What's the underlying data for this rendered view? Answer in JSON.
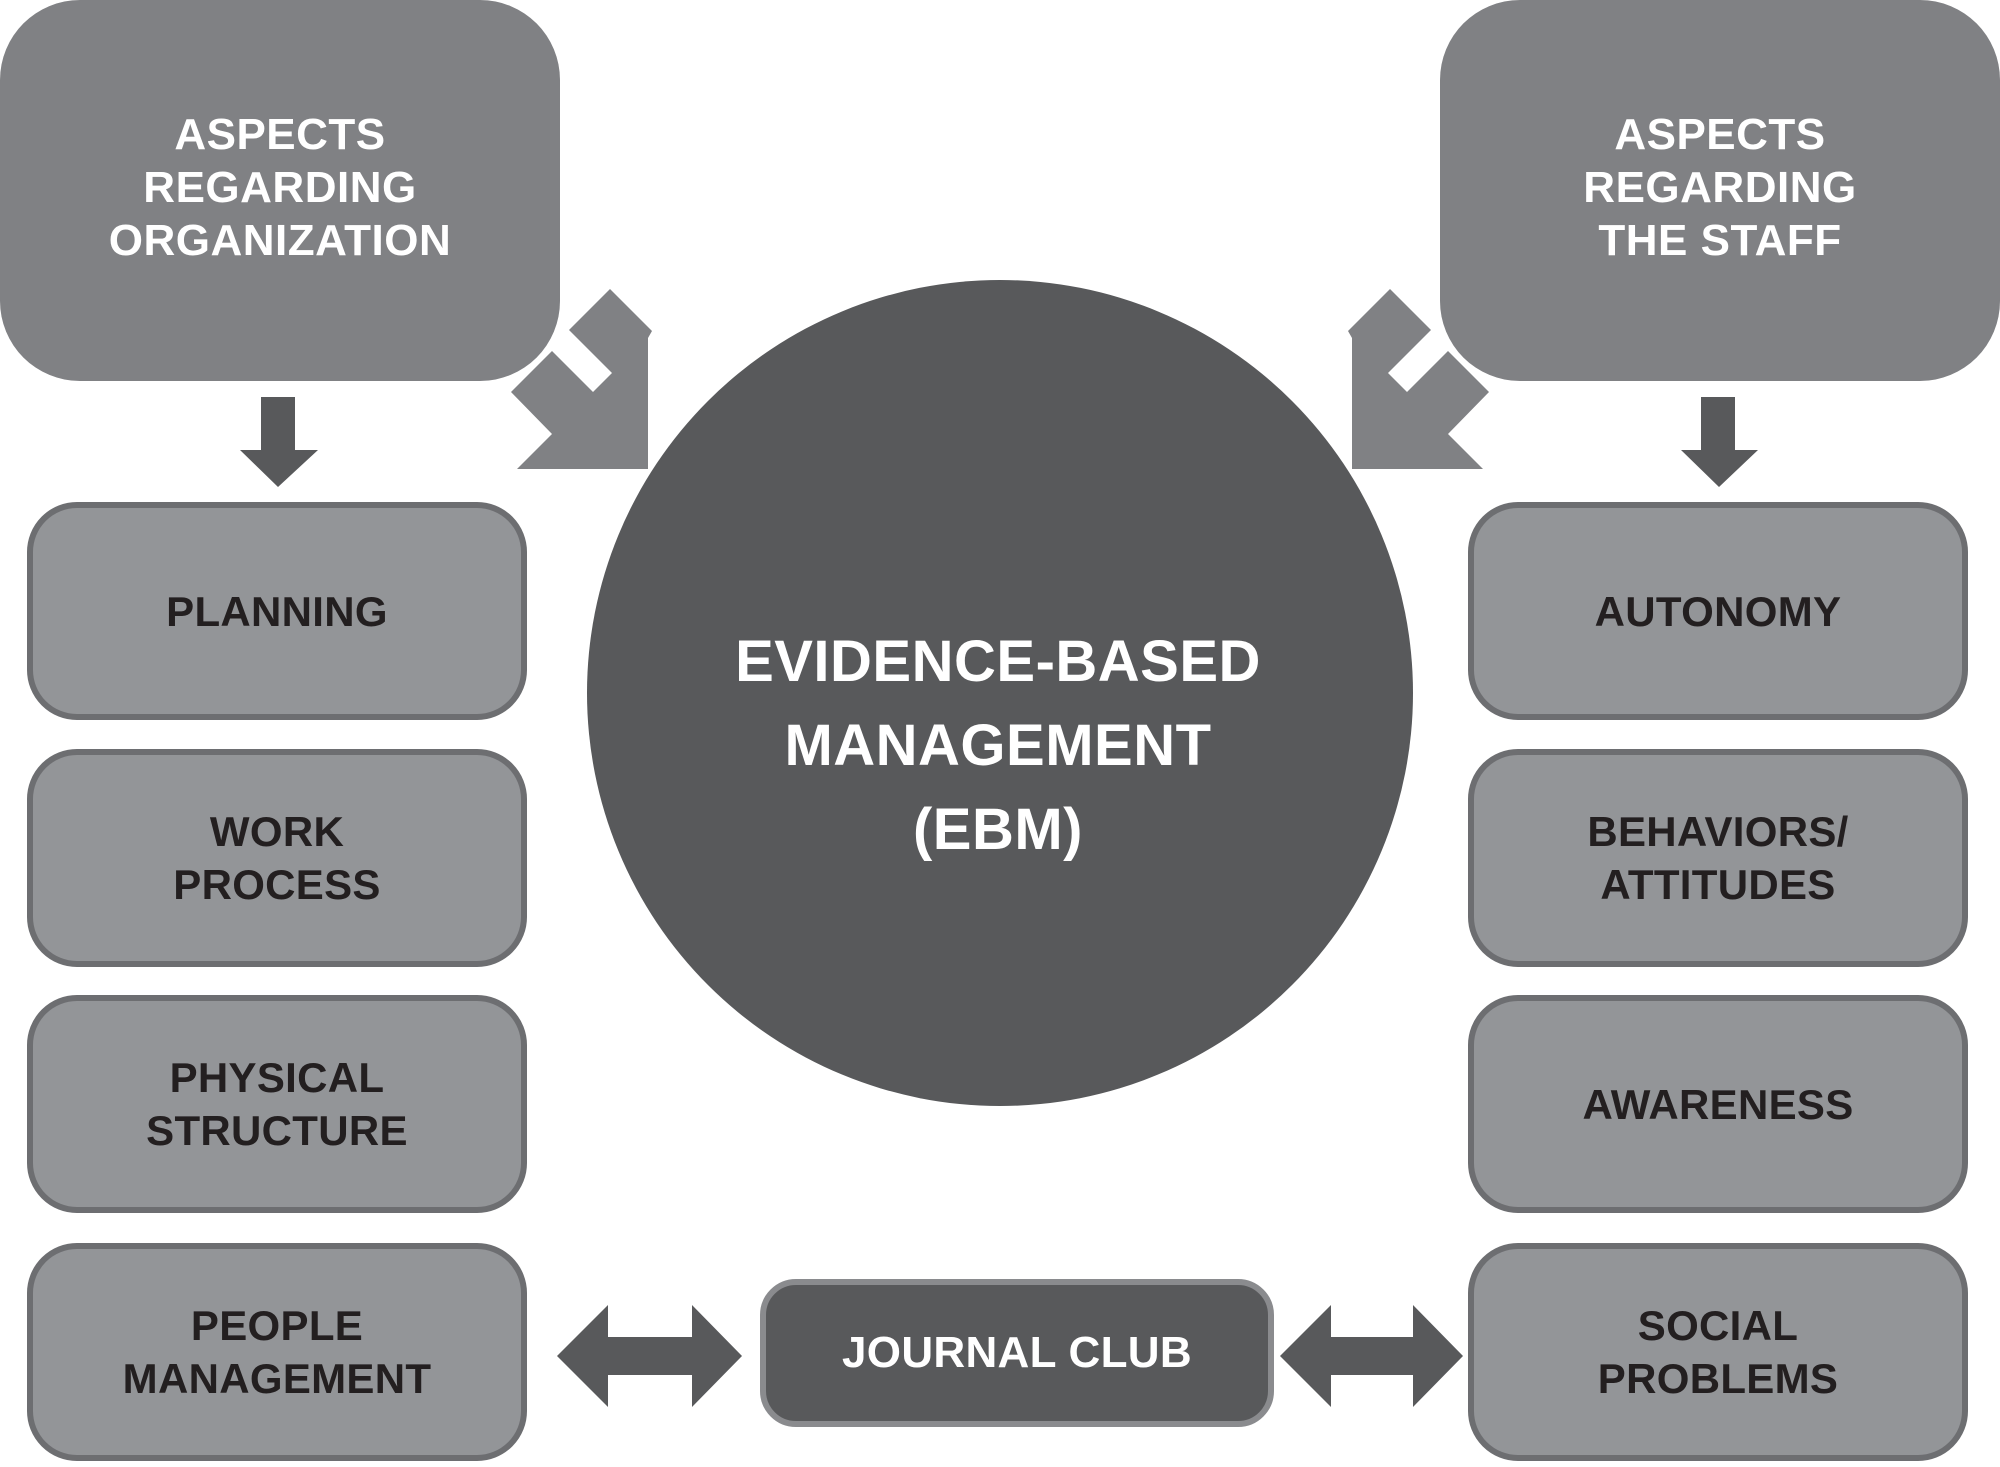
{
  "colors": {
    "header_fill": "#808184",
    "box_fill": "#939598",
    "box_border": "#6d6e71",
    "circle_fill": "#58595b",
    "dark_arrow": "#58595b",
    "light_arrow": "#808184"
  },
  "left": {
    "header_lines": [
      "ASPECTS",
      "REGARDING",
      "ORGANIZATION"
    ],
    "items": [
      {
        "lines": [
          "PLANNING"
        ]
      },
      {
        "lines": [
          "WORK",
          "PROCESS"
        ]
      },
      {
        "lines": [
          "PHYSICAL",
          "STRUCTURE"
        ]
      },
      {
        "lines": [
          "PEOPLE",
          "MANAGEMENT"
        ]
      }
    ]
  },
  "right": {
    "header_lines": [
      "ASPECTS",
      "REGARDING",
      "THE STAFF"
    ],
    "items": [
      {
        "lines": [
          "AUTONOMY"
        ]
      },
      {
        "lines": [
          "BEHAVIORS/",
          "ATTITUDES"
        ]
      },
      {
        "lines": [
          "AWARENESS"
        ]
      },
      {
        "lines": [
          "SOCIAL",
          "PROBLEMS"
        ]
      }
    ]
  },
  "center": {
    "lines": [
      "EVIDENCE-BASED",
      "MANAGEMENT",
      "(EBM)"
    ]
  },
  "journal_club": {
    "label": "JOURNAL CLUB"
  }
}
